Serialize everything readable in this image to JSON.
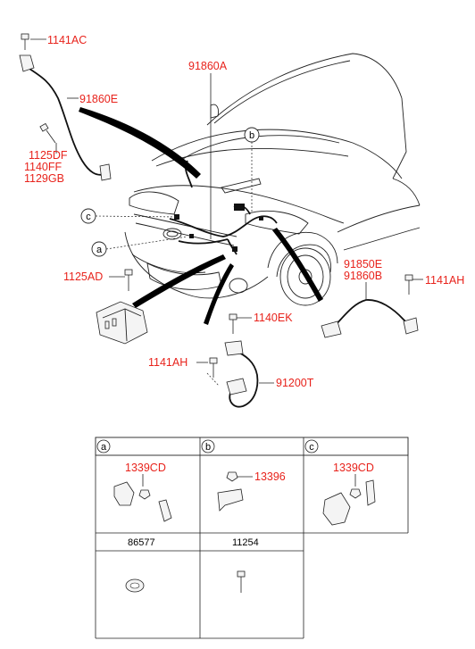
{
  "callouts": {
    "p1141AC": "1141AC",
    "p91860A": "91860A",
    "p91860E": "91860E",
    "p1125DF": "1125DF",
    "p1140FF": "1140FF",
    "p1129GB": "1129GB",
    "p1125AD": "1125AD",
    "p91850E": "91850E",
    "p91860B": "91860B",
    "p1141AH_right": "1141AH",
    "p1140EK": "1140EK",
    "p1141AH_left": "1141AH",
    "p91200T": "91200T"
  },
  "markers": {
    "a": "a",
    "b": "b",
    "c": "c"
  },
  "detail_table": {
    "headers": [
      "a",
      "b",
      "c"
    ],
    "row1": [
      "1339CD",
      "13396",
      "1339CD"
    ],
    "row2_headers": [
      "86577",
      "11254"
    ]
  }
}
